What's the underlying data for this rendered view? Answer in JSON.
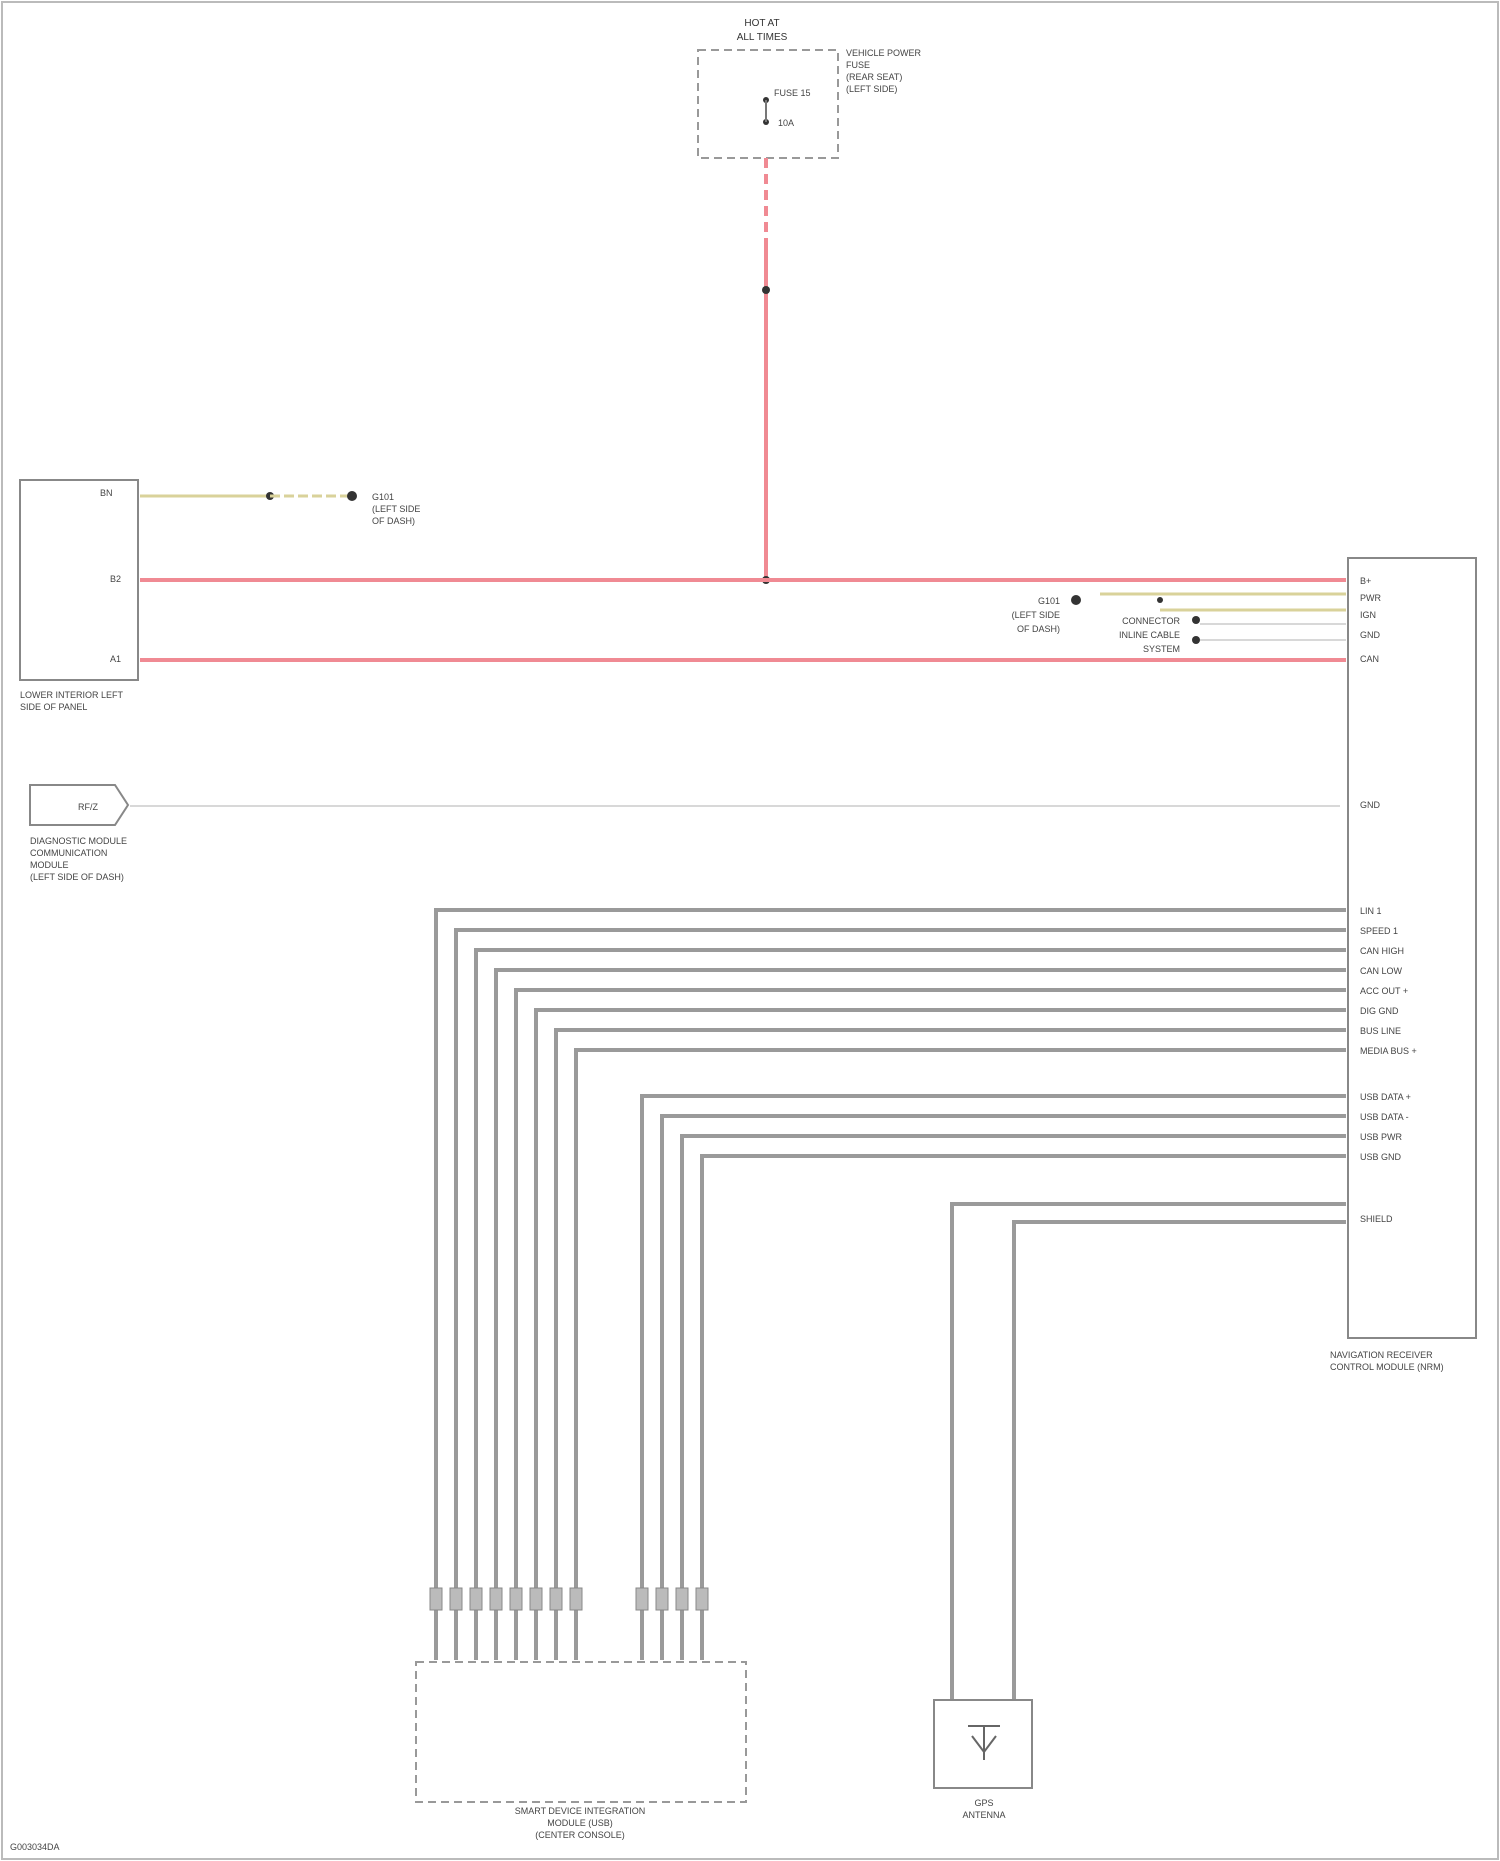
{
  "fuse_box": {
    "top": "HOT AT",
    "sub": "ALL TIMES",
    "desc": [
      "VEHICLE POWER",
      "FUSE",
      "(REAR SEAT)",
      "(LEFT SIDE)"
    ],
    "fuse_label": "FUSE 15",
    "amp": "10A"
  },
  "left_module": {
    "pins": [
      "BN",
      "B2",
      "A1"
    ],
    "caption": [
      "LOWER INTERIOR LEFT",
      "SIDE OF PANEL"
    ]
  },
  "ground_left": [
    "G101",
    "(LEFT SIDE",
    "OF DASH)"
  ],
  "diag_module": {
    "pin": "RF/Z",
    "caption": [
      "DIAGNOSTIC MODULE",
      "COMMUNICATION",
      "MODULE",
      "(LEFT SIDE OF DASH)"
    ]
  },
  "mid_ground": [
    "G101",
    "(LEFT SIDE",
    "OF DASH)"
  ],
  "mid_notes": [
    "CONNECTOR",
    "INLINE CABLE",
    "SYSTEM"
  ],
  "right_module": {
    "caption": [
      "NAVIGATION RECEIVER",
      "CONTROL MODULE (NRM)"
    ],
    "top_pins": [
      "B+",
      "PWR",
      "IGN",
      "GND",
      "CAN"
    ],
    "mid_pin": "GND",
    "group1": [
      "LIN 1",
      "SPEED 1",
      "CAN HIGH",
      "CAN LOW",
      "ACC OUT +",
      "DIG GND",
      "BUS LINE",
      "MEDIA BUS +"
    ],
    "group2": [
      "USB DATA +",
      "USB DATA -",
      "USB PWR",
      "USB GND"
    ],
    "group3": [
      "SHIELD"
    ]
  },
  "usb_module": {
    "caption": [
      "SMART DEVICE INTEGRATION",
      "MODULE (USB)",
      "(CENTER CONSOLE)"
    ]
  },
  "antenna": {
    "caption": [
      "GPS",
      "ANTENNA"
    ]
  },
  "footer": "G003034DA"
}
